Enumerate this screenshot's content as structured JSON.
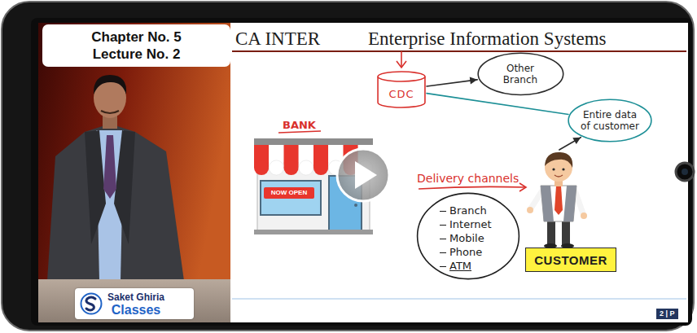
{
  "diagram": {
    "title": "Enterprise Information Systems",
    "nodes": [
      {
        "text": [
          "Chapter No. 5",
          "Lecture No. 2"
        ]
      },
      {
        "text": [
          "CDC"
        ]
      },
      {
        "text": [
          "Other Branch"
        ]
      },
      {
        "text": [
          "Entire data of customer"
        ]
      },
      {
        "text": [
          "Delivery channels",
          "Branch",
          "Internet",
          "Mobile",
          "Phone",
          "ATM"
        ]
      },
      {
        "text": [
          "CUSTOMER"
        ]
      },
      {
        "text": [
          "Saket Ghiria",
          "Classes"
        ]
      }
    ],
    "edges": [
      {
        "from": 1,
        "to": 2,
        "arrow": "to"
      },
      {
        "from": 1,
        "to": 3,
        "arrow": "none"
      },
      {
        "from": 5,
        "to": 3,
        "arrow": "to"
      }
    ],
    "labels": [
      "CA INTER",
      "BANK",
      "NOW OPEN",
      "2 | P"
    ]
  }
}
